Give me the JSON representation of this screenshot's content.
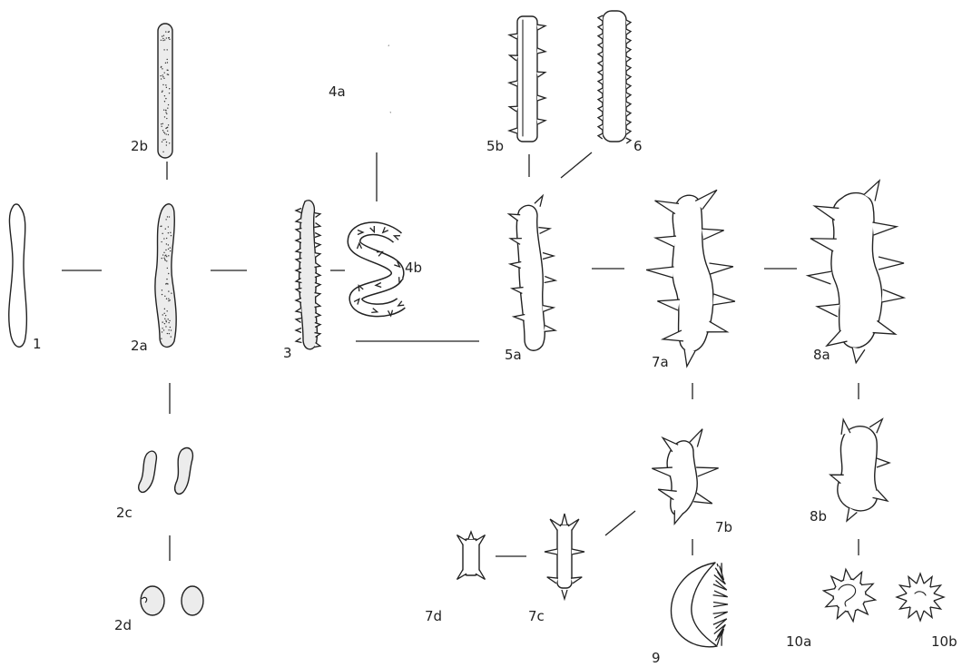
{
  "labels": {
    "l1": "1",
    "l2a": "2a",
    "l2b": "2b",
    "l2c": "2c",
    "l2d": "2d",
    "l3": "3",
    "l4a": "4a",
    "l4b": "4b",
    "l5a": "5a",
    "l5b": "5b",
    "l6": "6",
    "l7a": "7a",
    "l7b": "7b",
    "l7c": "7c",
    "l7d": "7d",
    "l8a": "8a",
    "l8b": "8b",
    "l9": "9",
    "l10a": "10a",
    "l10b": "10b"
  },
  "colors": {
    "ink": "#222222",
    "stipple": "#ececec",
    "background": "#ffffff"
  }
}
